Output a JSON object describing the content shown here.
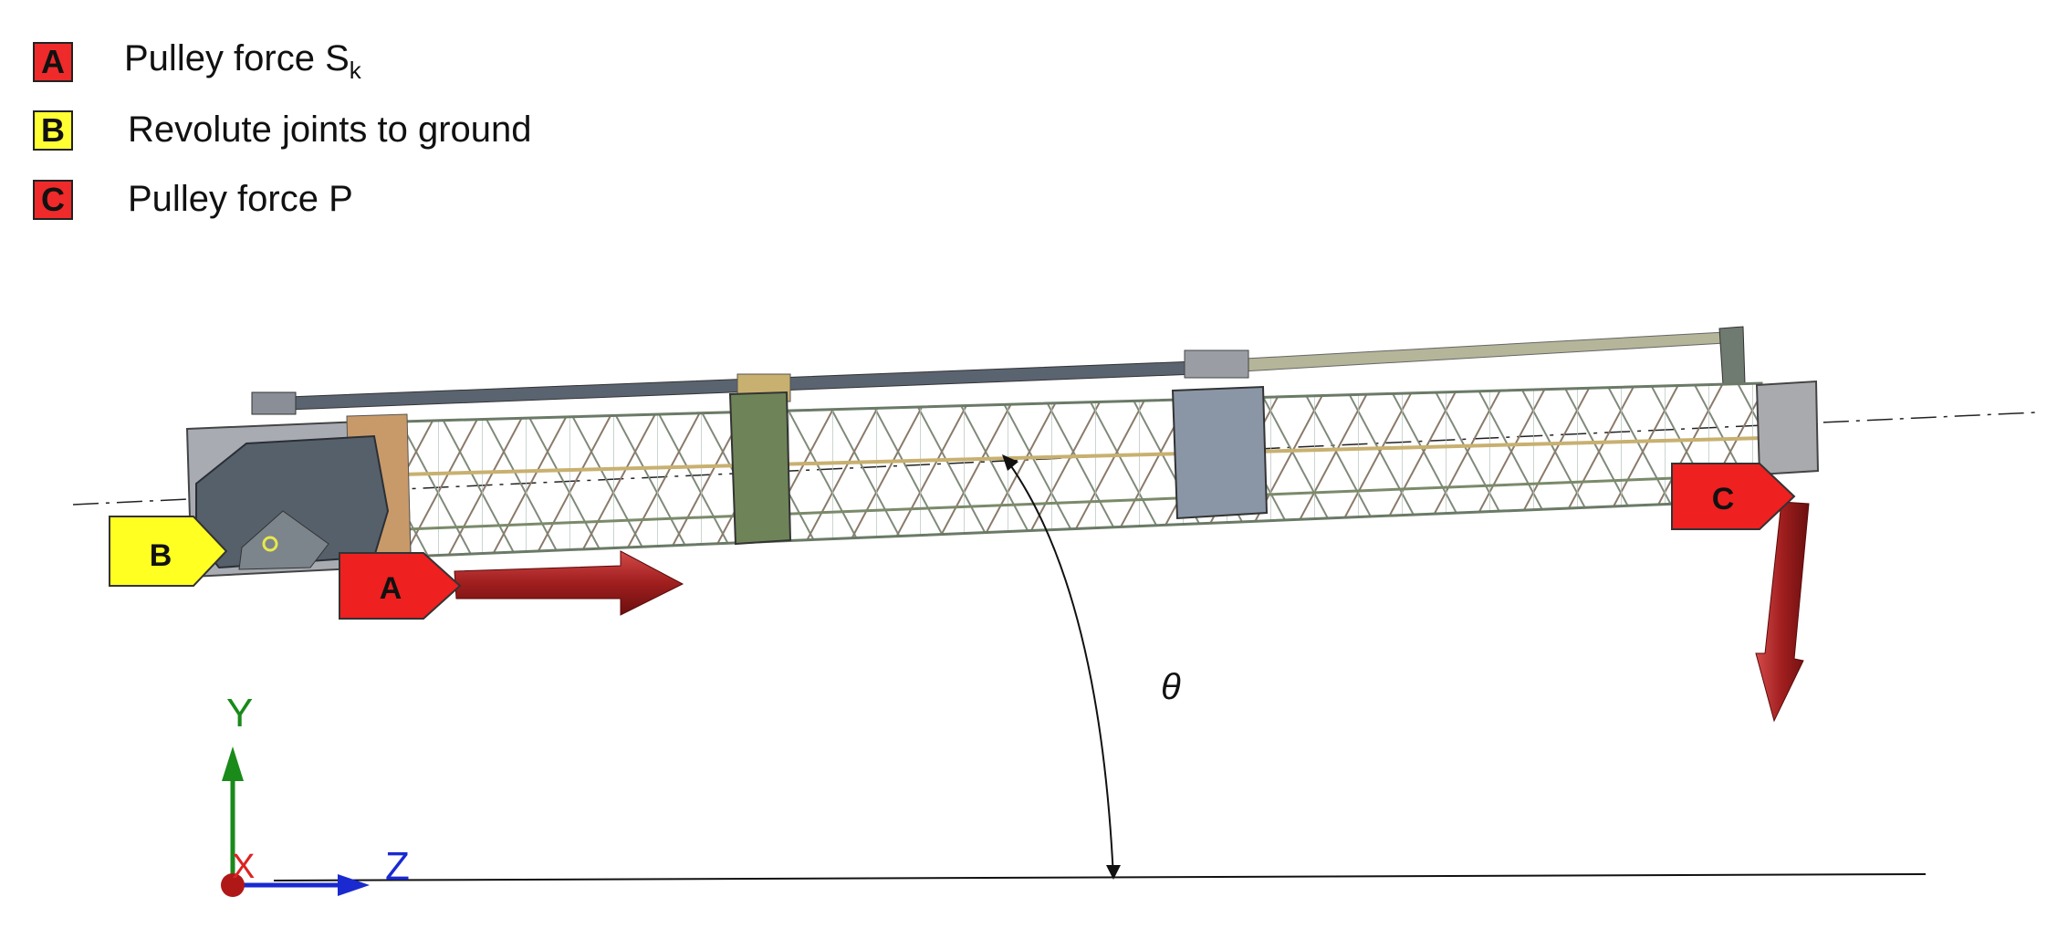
{
  "legend": {
    "items": [
      {
        "letter": "A",
        "label": "Pulley force S",
        "sub": "k",
        "color": "#ee2a2a"
      },
      {
        "letter": "B",
        "label": "Revolute joints to ground",
        "sub": "",
        "color": "#ffff33"
      },
      {
        "letter": "C",
        "label": "Pulley force P",
        "sub": "",
        "color": "#ee2a2a"
      }
    ]
  },
  "markers": {
    "a": {
      "letter": "A",
      "color": "#ee2020"
    },
    "b": {
      "letter": "B",
      "color": "#ffff22"
    },
    "c": {
      "letter": "C",
      "color": "#ee2020"
    }
  },
  "angle": {
    "symbol": "θ"
  },
  "axes": {
    "y": "Y",
    "z": "Z",
    "x": "X",
    "y_color": "#1a8a1a",
    "z_color": "#1a2ad0",
    "x_color": "#dd2222"
  },
  "colors": {
    "force_arrow": "#a01e1e",
    "truss": "#8a9a8a"
  }
}
